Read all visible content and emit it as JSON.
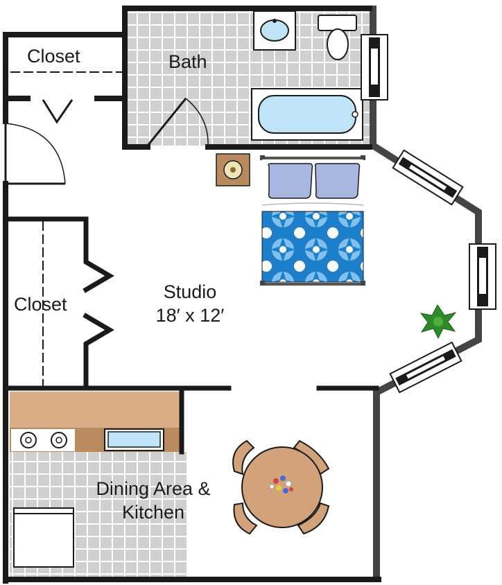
{
  "rooms": {
    "closet_top": {
      "label": "Closet"
    },
    "bath": {
      "label": "Bath"
    },
    "closet_left": {
      "label": "Closet"
    },
    "studio": {
      "label": "Studio",
      "dimensions": "18′ x 12′"
    },
    "dining_kitchen": {
      "line1": "Dining Area &",
      "line2": "Kitchen"
    }
  },
  "colors": {
    "wall": "#1a1a1a",
    "exterior_wall": "#444444",
    "tile": "#cfcfcf",
    "grout": "#ffffff",
    "counter": "#d9ad86",
    "cabinet": "#b98a5e",
    "fixture_water": "#bfe3f7",
    "bed_pillow": "#a9b7e0",
    "bed_pattern_dark": "#1d7fc9",
    "bed_pattern_light": "#7fc1ec",
    "table_wood": "#d2a27a",
    "plant": "#2f8a2a"
  },
  "icons": [
    "sink-icon",
    "toilet-icon",
    "bathtub-icon",
    "bed-icon",
    "nightstand-icon",
    "plant-icon",
    "stove-icon",
    "kitchen-sink-icon",
    "refrigerator-icon",
    "dining-table-icon"
  ]
}
